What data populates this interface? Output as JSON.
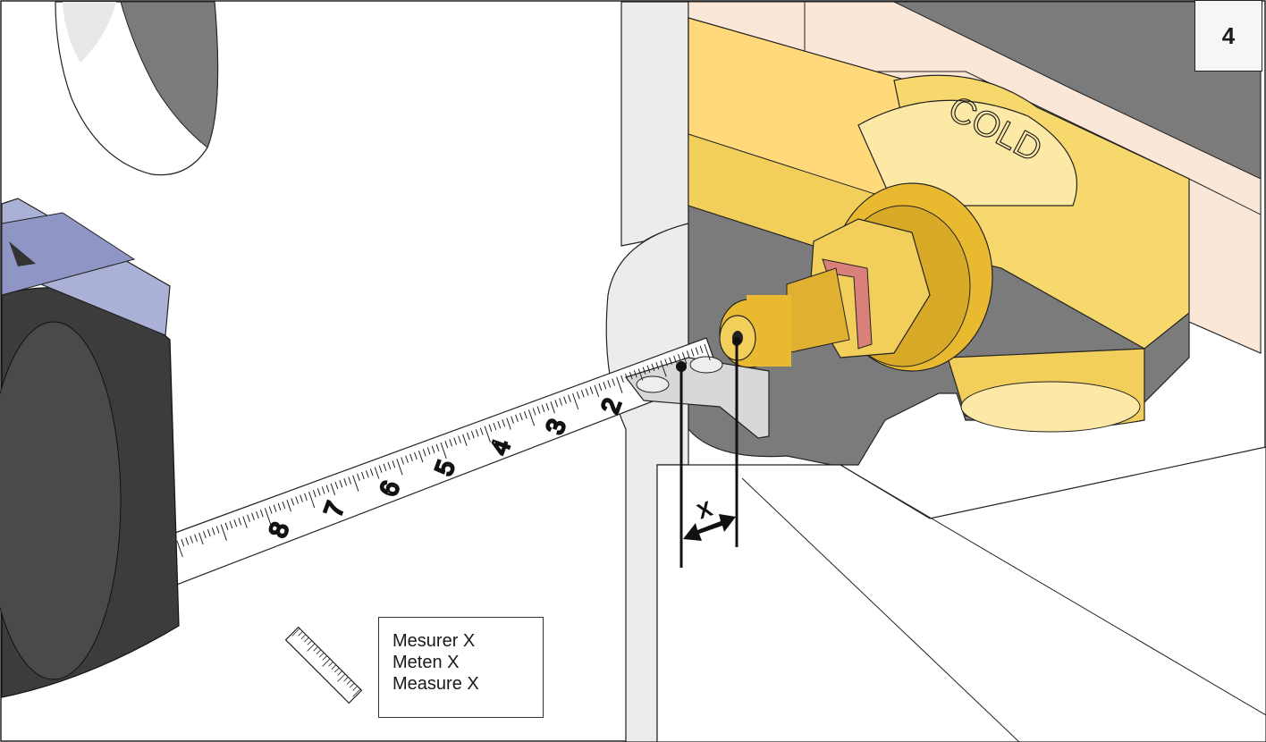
{
  "step_number": "4",
  "valve_label": "COLD",
  "dimension_label": "X",
  "caption": [
    "Mesurer X",
    "Meten X",
    "Measure X"
  ],
  "tape_numbers": [
    "2",
    "3",
    "4",
    "5",
    "6",
    "7",
    "8"
  ],
  "colors": {
    "brass": "#f2cf5a",
    "brass_light": "#fde9a6",
    "wall_dark": "#7b7b7b",
    "tape_housing": "#3c3c3c",
    "tape_housing_top": "#aab0d6",
    "clip": "#d9807a",
    "pipe_body": "#ffd97a"
  }
}
